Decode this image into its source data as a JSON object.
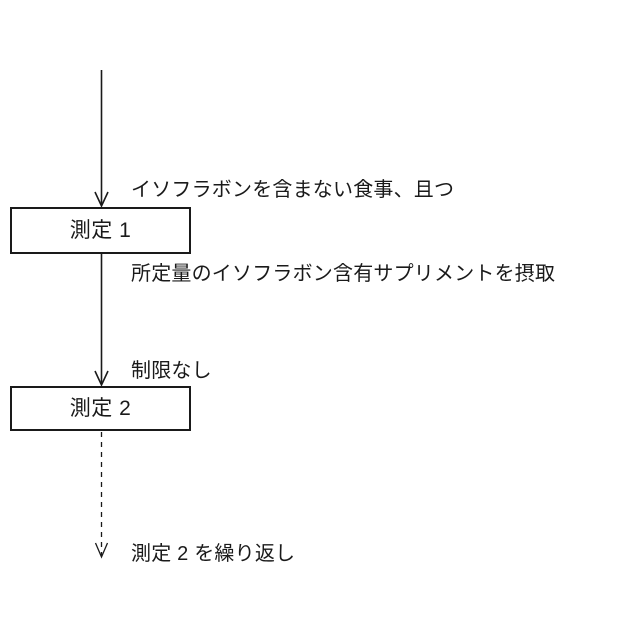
{
  "diagram": {
    "title_present": false,
    "background_color": "#ffffff",
    "line_color": "#1a1a1a",
    "orientation": "vertical-top-to-bottom",
    "nodes": [
      {
        "id": "measure-1",
        "label": "測定 1",
        "shape": "rectangle"
      },
      {
        "id": "measure-2",
        "label": "測定 2",
        "shape": "rectangle"
      }
    ],
    "edges": [
      {
        "id": "edge-start-to-measure-1",
        "style": "solid",
        "arrowhead": "open-v",
        "label": "イソフラボンを含まない食事、且つ\n所定量のイソフラボン含有サプリメントを摂取",
        "label_lines": [
          "イソフラボンを含まない食事、且つ",
          "所定量のイソフラボン含有サプリメントを摂取"
        ]
      },
      {
        "id": "edge-measure-1-to-measure-2",
        "style": "solid",
        "arrowhead": "open-v",
        "label": "制限なし",
        "label_lines": [
          "制限なし"
        ]
      },
      {
        "id": "edge-measure-2-to-end",
        "style": "dashed",
        "arrowhead": "open-v",
        "label": "測定 2 を繰り返し",
        "label_lines": [
          "測定 2 を繰り返し"
        ]
      }
    ]
  }
}
